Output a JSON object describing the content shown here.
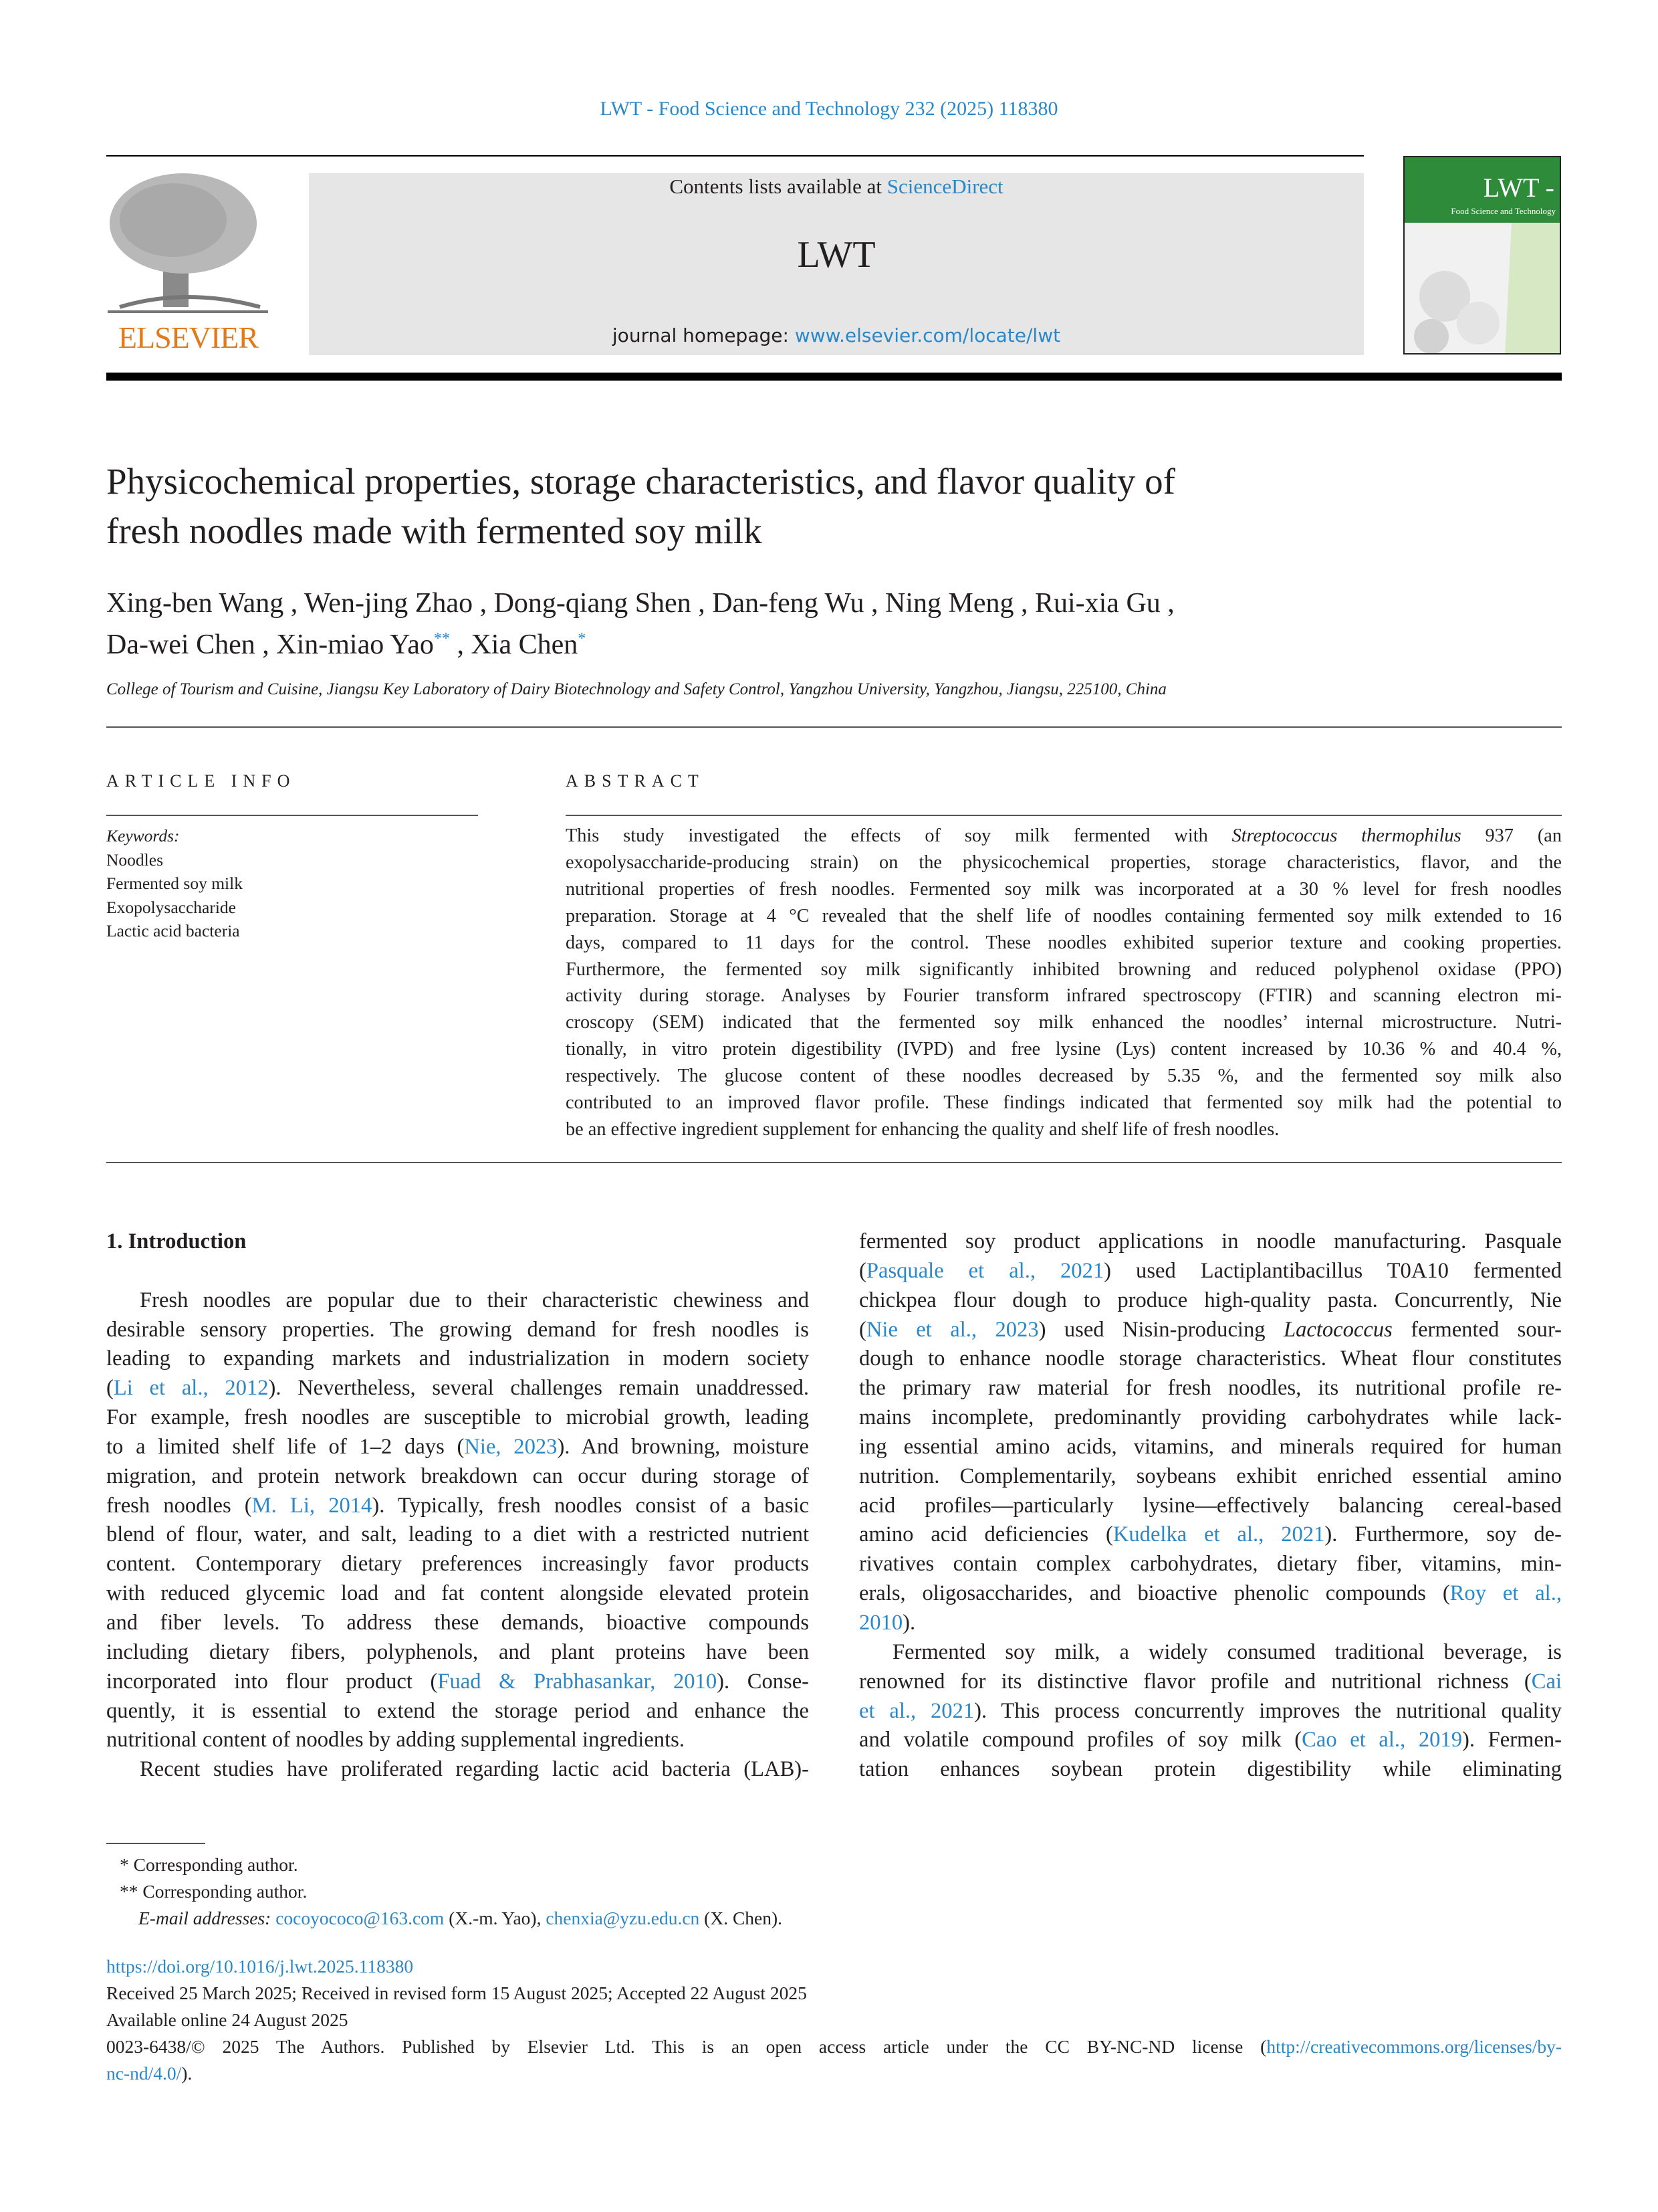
{
  "header": {
    "journal_ref": "LWT - Food Science and Technology 232 (2025) 118380",
    "contents_prefix": "Contents lists available at ",
    "contents_link": "ScienceDirect",
    "journal_title": "LWT",
    "homepage_prefix": "journal homepage: ",
    "homepage_link": "www.elsevier.com/locate/lwt",
    "publisher_logo": "ELSEVIER",
    "cover_title": "LWT -",
    "cover_subtitle": "Food Science and Technology"
  },
  "article": {
    "title_lines": [
      "Physicochemical properties, storage characteristics, and flavor quality of",
      "fresh noodles made with fermented soy milk"
    ],
    "authors_line1": "Xing-ben Wang , Wen-jing Zhao , Dong-qiang Shen , Dan-feng Wu , Ning Meng , Rui-xia Gu ,",
    "authors_line2a": "Da-wei Chen , Xin-miao Yao",
    "authors_mark2": "**",
    "authors_line2b": " , Xia Chen",
    "authors_mark1": "*",
    "affiliation": "College of Tourism and Cuisine, Jiangsu Key Laboratory of Dairy Biotechnology and Safety Control, Yangzhou University, Yangzhou, Jiangsu, 225100, China"
  },
  "article_info": {
    "heading": "ARTICLE INFO",
    "keywords_label": "Keywords:",
    "keywords": [
      "Noodles",
      "Fermented soy milk",
      "Exopolysaccharide",
      "Lactic acid bacteria"
    ]
  },
  "abstract": {
    "heading": "ABSTRACT",
    "lines": [
      [
        "This study investigated the effects of soy milk fermented with ",
        {
          "i": "Streptococcus thermophilus"
        },
        " 937 (an"
      ],
      [
        "exopolysaccharide-producing strain) on the physicochemical properties, storage characteristics, flavor, and the"
      ],
      [
        "nutritional properties of fresh noodles. Fermented soy milk was incorporated at a 30 % level for fresh noodles"
      ],
      [
        "preparation. Storage at 4 °C revealed that the shelf life of noodles containing fermented soy milk extended to 16"
      ],
      [
        "days, compared to 11 days for the control. These noodles exhibited superior texture and cooking properties."
      ],
      [
        "Furthermore, the fermented soy milk significantly inhibited browning and reduced polyphenol oxidase (PPO)"
      ],
      [
        "activity during storage. Analyses by Fourier transform infrared spectroscopy (FTIR) and scanning electron mi-"
      ],
      [
        "croscopy (SEM) indicated that the fermented soy milk enhanced the noodles’ internal microstructure. Nutri-"
      ],
      [
        "tionally, in vitro protein digestibility (IVPD) and free lysine (Lys) content increased by 10.36 % and 40.4 %,"
      ],
      [
        "respectively. The glucose content of these noodles decreased by 5.35 %, and the fermented soy milk also"
      ],
      [
        "contributed to an improved flavor profile. These findings indicated that fermented soy milk had the potential to"
      ],
      [
        "be an effective ingredient supplement for enhancing the quality and shelf life of fresh noodles."
      ]
    ]
  },
  "body": {
    "heading": "1.  Introduction",
    "left_paragraphs": [
      {
        "open_end": false,
        "lines": [
          [
            "Fresh noodles are popular due to their characteristic chewiness and"
          ],
          [
            "desirable sensory properties. The growing demand for fresh noodles is"
          ],
          [
            "leading to expanding markets and industrialization in modern society"
          ],
          [
            "(",
            {
              "a": "Li et al., 2012"
            },
            "). Nevertheless, several challenges remain unaddressed."
          ],
          [
            "For example, fresh noodles are susceptible to microbial growth, leading"
          ],
          [
            "to a limited shelf life of 1–2 days (",
            {
              "a": "Nie, 2023"
            },
            "). And browning, moisture"
          ],
          [
            "migration, and protein network breakdown can occur during storage of"
          ],
          [
            "fresh noodles (",
            {
              "a": "M. Li, 2014"
            },
            "). Typically, fresh noodles consist of a basic"
          ],
          [
            "blend of flour, water, and salt, leading to a diet with a restricted nutrient"
          ],
          [
            "content. Contemporary dietary preferences increasingly favor products"
          ],
          [
            "with reduced glycemic load and fat content alongside elevated protein"
          ],
          [
            "and fiber levels. To address these demands, bioactive compounds"
          ],
          [
            "including dietary fibers, polyphenols, and plant proteins have been"
          ],
          [
            "incorporated into flour product (",
            {
              "a": "Fuad & Prabhasankar, 2010"
            },
            "). Conse-"
          ],
          [
            "quently, it is essential to extend the storage period and enhance the"
          ],
          [
            "nutritional content of noodles by adding supplemental ingredients."
          ]
        ]
      },
      {
        "open_end": true,
        "lines": [
          [
            "Recent studies have proliferated regarding lactic acid bacteria (LAB)-"
          ]
        ]
      }
    ],
    "right_paragraphs": [
      {
        "continued": true,
        "open_end": false,
        "lines": [
          [
            "fermented soy product applications in noodle manufacturing. Pasquale"
          ],
          [
            "(",
            {
              "a": "Pasquale et al., 2021"
            },
            ") used Lactiplantibacillus T0A10 fermented"
          ],
          [
            "chickpea flour dough to produce high-quality pasta. Concurrently, Nie"
          ],
          [
            "(",
            {
              "a": "Nie et al., 2023"
            },
            ") used Nisin-producing ",
            {
              "i": "Lactococcus"
            },
            " fermented sour-"
          ],
          [
            "dough to enhance noodle storage characteristics. Wheat flour constitutes"
          ],
          [
            "the primary raw material for fresh noodles, its nutritional profile re-"
          ],
          [
            "mains incomplete, predominantly providing carbohydrates while lack-"
          ],
          [
            "ing essential amino acids, vitamins, and minerals required for human"
          ],
          [
            "nutrition. Complementarily, soybeans exhibit enriched essential amino"
          ],
          [
            "acid profiles—particularly lysine—effectively balancing cereal-based"
          ],
          [
            "amino acid deficiencies (",
            {
              "a": "Kudelka et al., 2021"
            },
            "). Furthermore, soy de-"
          ],
          [
            "rivatives contain complex carbohydrates, dietary fiber, vitamins, min-"
          ],
          [
            "erals, oligosaccharides, and bioactive phenolic compounds (",
            {
              "a": "Roy et al.,"
            }
          ],
          [
            {
              "a": "2010"
            },
            ")."
          ]
        ]
      },
      {
        "open_end": true,
        "lines": [
          [
            "Fermented soy milk, a widely consumed traditional beverage, is"
          ],
          [
            "renowned for its distinctive flavor profile and nutritional richness (",
            {
              "a": "Cai"
            }
          ],
          [
            {
              "a": "et al., 2021"
            },
            "). This process concurrently improves the nutritional quality"
          ],
          [
            "and volatile compound profiles of soy milk (",
            {
              "a": "Cao et al., 2019"
            },
            "). Fermen-"
          ],
          [
            "tation enhances soybean protein digestibility while eliminating"
          ]
        ]
      }
    ]
  },
  "footnotes": {
    "corr1": "*  Corresponding author.",
    "corr2": "**  Corresponding author.",
    "email_label": "E-mail addresses: ",
    "email1": "cocoyococo@163.com",
    "email1_owner": " (X.-m. Yao), ",
    "email2": "chenxia@yzu.edu.cn",
    "email2_owner": " (X. Chen)."
  },
  "publication": {
    "doi": "https://doi.org/10.1016/j.lwt.2025.118380",
    "history": "Received 25 March 2025; Received in revised form 15 August 2025; Accepted 22 August 2025",
    "available": "Available online 24 August 2025",
    "license_prefix": "0023-6438/© 2025 The Authors. Published by Elsevier Ltd. This is an open access article under the CC BY-NC-ND license (",
    "license_link1": "http://creativecommons.org/licenses/by-",
    "license_link2": "nc-nd/4.0/",
    "license_suffix": ")."
  },
  "colors": {
    "link": "#2a87c8",
    "elsevier_orange": "#e07a1a",
    "cover_green": "#2e8b3a",
    "masthead_grey": "#e6e6e6"
  }
}
